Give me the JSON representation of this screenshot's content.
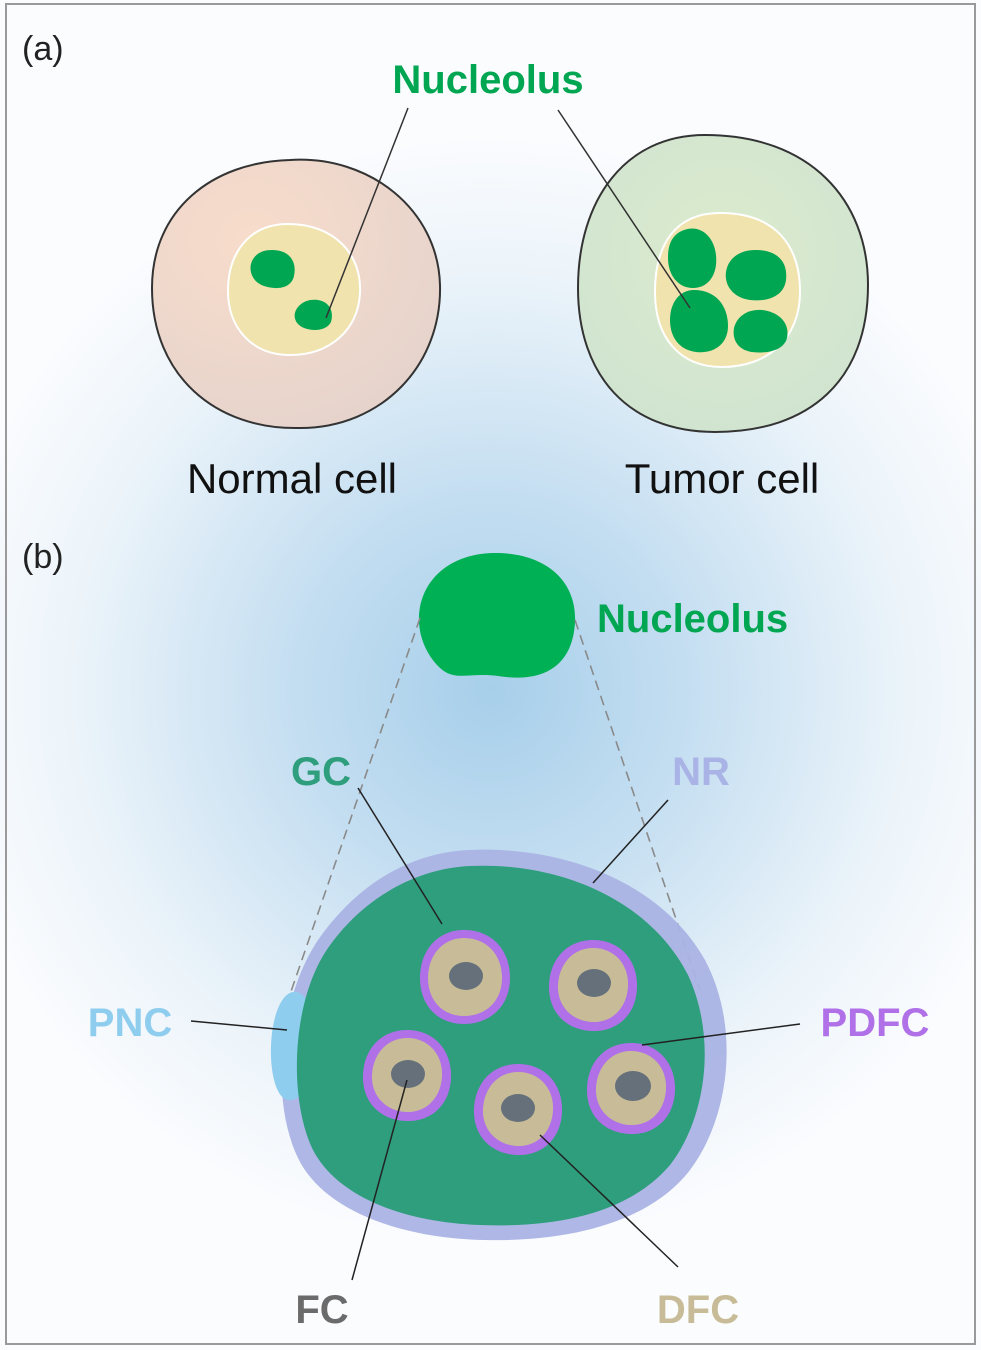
{
  "panel_a": {
    "label": "(a)",
    "nucleolus_label": "Nucleolus",
    "normal_cell_label": "Normal cell",
    "tumor_cell_label": "Tumor cell"
  },
  "panel_b": {
    "label": "(b)",
    "nucleolus_label": "Nucleolus",
    "gc_label": "GC",
    "nr_label": "NR",
    "pnc_label": "PNC",
    "pdfc_label": "PDFC",
    "fc_label": "FC",
    "dfc_label": "DFC"
  },
  "colors": {
    "nucleolus_green": "#00a651",
    "gc_green": "#2e9e7c",
    "nr_lavender": "#a9b3e6",
    "pnc_blue": "#8fcdef",
    "pdfc_purple": "#b070e8",
    "dfc_tan": "#c8bc98",
    "fc_gray": "#6b6b6b",
    "normal_cell_fill": "#f3d7c6",
    "tumor_cell_fill": "#d6e8cc",
    "nucleus_fill": "#f0e3ae",
    "background_glow": "#b8d8ee"
  }
}
